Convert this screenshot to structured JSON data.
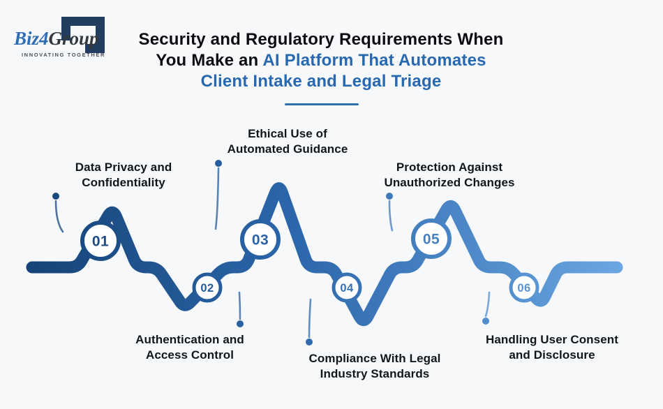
{
  "logo": {
    "brand_blue": "Biz",
    "brand_num": "4",
    "brand_rest": "Group",
    "tagline": "INNOVATING TOGETHER"
  },
  "title": {
    "lines": [
      {
        "black": "Security and Regulatory Requirements When",
        "blue": ""
      },
      {
        "black": "You Make an ",
        "blue": "AI Platform That Automates"
      },
      {
        "black": "",
        "blue": "Client Intake and Legal Triage"
      }
    ]
  },
  "steps": [
    {
      "number": "01",
      "label": "Data Privacy and\nConfidentiality"
    },
    {
      "number": "02",
      "label": "Authentication and\nAccess Control"
    },
    {
      "number": "03",
      "label": "Ethical Use of\nAutomated Guidance"
    },
    {
      "number": "04",
      "label": "Compliance With Legal\nIndustry Standards"
    },
    {
      "number": "05",
      "label": "Protection Against\nUnauthorized Changes"
    },
    {
      "number": "06",
      "label": "Handling User Consent\nand Disclosure"
    }
  ],
  "colors": {
    "background": "#f7f8fa",
    "title_accent": "#2768b0",
    "wave_start": "#164377",
    "wave_mid": "#2c67ab",
    "wave_end": "#6aa6e1",
    "logo_mark": "#233d61"
  }
}
